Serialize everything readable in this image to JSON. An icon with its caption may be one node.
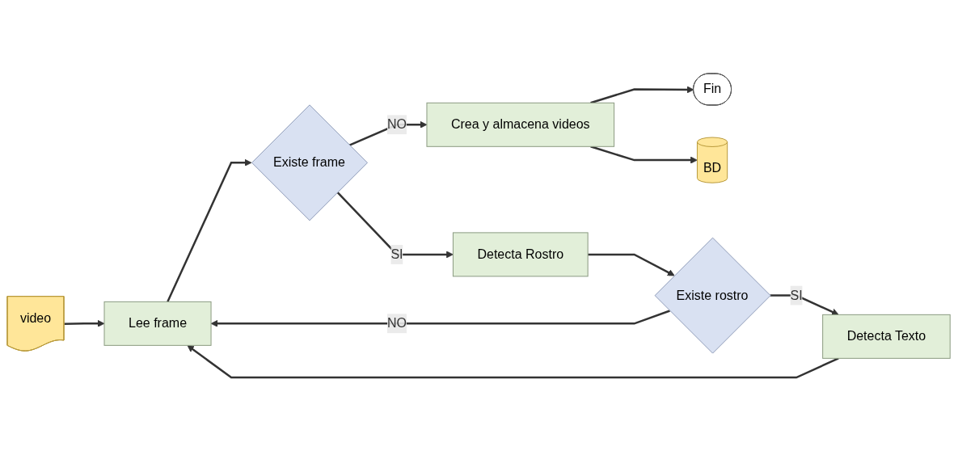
{
  "diagram": {
    "nodes": [
      {
        "text": [
          "video"
        ]
      },
      {
        "text": [
          "Lee frame"
        ]
      },
      {
        "text": [
          "Existe frame"
        ]
      },
      {
        "text": [
          "Crea y almacena videos"
        ]
      },
      {
        "text": [
          "Fin"
        ]
      },
      {
        "text": [
          "BD"
        ]
      },
      {
        "text": [
          "Detecta Rostro"
        ]
      },
      {
        "text": [
          "Existe rostro"
        ]
      },
      {
        "text": [
          "Detecta Texto"
        ]
      }
    ],
    "edges": [
      {
        "from": 0,
        "to": 1,
        "arrow": "to"
      },
      {
        "from": 1,
        "to": 2,
        "arrow": "to"
      },
      {
        "from": 2,
        "to": 3,
        "label": "NO",
        "arrow": "to"
      },
      {
        "from": 3,
        "to": 4,
        "arrow": "to"
      },
      {
        "from": 3,
        "to": 5,
        "arrow": "to"
      },
      {
        "from": 2,
        "to": 6,
        "label": "SI",
        "arrow": "to"
      },
      {
        "from": 6,
        "to": 7,
        "arrow": "to"
      },
      {
        "from": 7,
        "to": 1,
        "label": "NO",
        "arrow": "to"
      },
      {
        "from": 7,
        "to": 8,
        "label": "SI",
        "arrow": "to"
      },
      {
        "from": 8,
        "to": 1,
        "arrow": "to"
      }
    ]
  }
}
